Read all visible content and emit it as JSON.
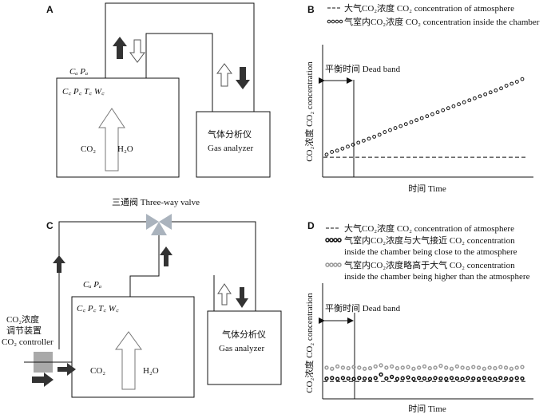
{
  "panels": {
    "A": {
      "label": "A",
      "ca_pa": "Cₐ Pₐ",
      "chamber_vars": "C꜀ P꜀ T꜀ W꜀",
      "co2": "CO₂",
      "h2o": "H₂O",
      "analyzer_cn": "气体分析仪",
      "analyzer_en": "Gas analyzer"
    },
    "B": {
      "label": "B",
      "legend_atm": "大气CO₂浓度 CO₂ concentration of atmosphere",
      "legend_chamber": "气室内CO₂浓度 CO₂ concentration inside the chamber",
      "dead_band": "平衡时间 Dead band",
      "ylabel": "CO₂浓度 CO₂ concentration",
      "xlabel": "时间 Time"
    },
    "C": {
      "label": "C",
      "valve": "三通阀 Three-way valve",
      "ca_pa": "Cₐ Pₐ",
      "chamber_vars": "C꜀ P꜀ T꜀ W꜀",
      "controller_1": "CO₂浓度",
      "controller_2": "调节装置",
      "controller_3": "CO₂ controller",
      "co2": "CO₂",
      "h2o": "H₂O",
      "analyzer_cn": "气体分析仪",
      "analyzer_en": "Gas analyzer"
    },
    "D": {
      "label": "D",
      "legend_atm": "大气CO₂浓度 CO₂ concentration of atmosphere",
      "legend_close_1": "气室内CO₂浓度与大气接近 CO₂ concentration",
      "legend_close_2": "inside the chamber being close to the atmosphere",
      "legend_high_1": "气室内CO₂浓度略高于大气 CO₂ concentration",
      "legend_high_2": "inside the chamber being higher than the atmosphere",
      "dead_band": "平衡时间 Dead band",
      "ylabel": "CO₂浓度 CO₂ concentration",
      "xlabel": "时间 Time"
    }
  },
  "chart_data": [
    {
      "panel": "B",
      "type": "line",
      "xlabel": "时间 Time",
      "ylabel": "CO₂浓度 CO₂ concentration",
      "series": [
        {
          "name": "大气CO₂浓度 CO₂ concentration of atmosphere",
          "style": "dashed",
          "values": [
            0.15,
            0.15
          ]
        },
        {
          "name": "气室内CO₂浓度 CO₂ concentration inside the chamber",
          "style": "circles",
          "values": [
            0.17,
            0.19,
            0.2,
            0.215,
            0.23,
            0.245,
            0.26,
            0.275,
            0.29,
            0.305,
            0.32,
            0.34,
            0.355,
            0.37,
            0.385,
            0.4,
            0.415,
            0.43,
            0.445,
            0.46,
            0.475,
            0.49,
            0.505,
            0.52,
            0.535,
            0.55,
            0.565,
            0.58,
            0.595,
            0.61,
            0.625,
            0.64,
            0.655,
            0.67,
            0.69,
            0.705,
            0.72,
            0.74
          ]
        }
      ]
    },
    {
      "panel": "D",
      "type": "line",
      "xlabel": "时间 Time",
      "ylabel": "CO₂浓度 CO₂ concentration",
      "series": [
        {
          "name": "大气CO₂浓度 CO₂ concentration of atmosphere",
          "style": "dashed",
          "values": [
            0.15,
            0.15
          ]
        },
        {
          "name": "气室内CO₂浓度与大气接近 CO₂ concentration inside the chamber being close to the atmosphere",
          "style": "black-circles",
          "values": [
            0.175,
            0.18,
            0.172,
            0.18,
            0.176,
            0.172,
            0.18,
            0.175,
            0.172,
            0.18,
            0.21,
            0.176,
            0.19,
            0.172,
            0.178,
            0.185,
            0.172,
            0.18,
            0.176,
            0.172,
            0.18,
            0.176,
            0.172,
            0.18,
            0.176,
            0.172,
            0.18,
            0.176,
            0.172,
            0.18,
            0.176,
            0.172,
            0.18,
            0.176,
            0.172,
            0.18,
            0.176
          ]
        },
        {
          "name": "气室内CO₂浓度略高于大气 CO₂ concentration inside the chamber being higher than the atmosphere",
          "style": "gray-circles",
          "values": [
            0.27,
            0.26,
            0.28,
            0.27,
            0.265,
            0.275,
            0.27,
            0.26,
            0.265,
            0.28,
            0.29,
            0.27,
            0.28,
            0.265,
            0.27,
            0.275,
            0.26,
            0.27,
            0.28,
            0.265,
            0.27,
            0.285,
            0.27,
            0.26,
            0.28,
            0.27,
            0.265,
            0.275,
            0.27,
            0.26,
            0.27,
            0.265,
            0.275,
            0.27,
            0.26,
            0.27,
            0.275
          ]
        }
      ]
    }
  ],
  "colors": {
    "black": "#111111",
    "gray": "#999999",
    "valve": "#aab3bd",
    "controller": "#a9a9a9"
  }
}
